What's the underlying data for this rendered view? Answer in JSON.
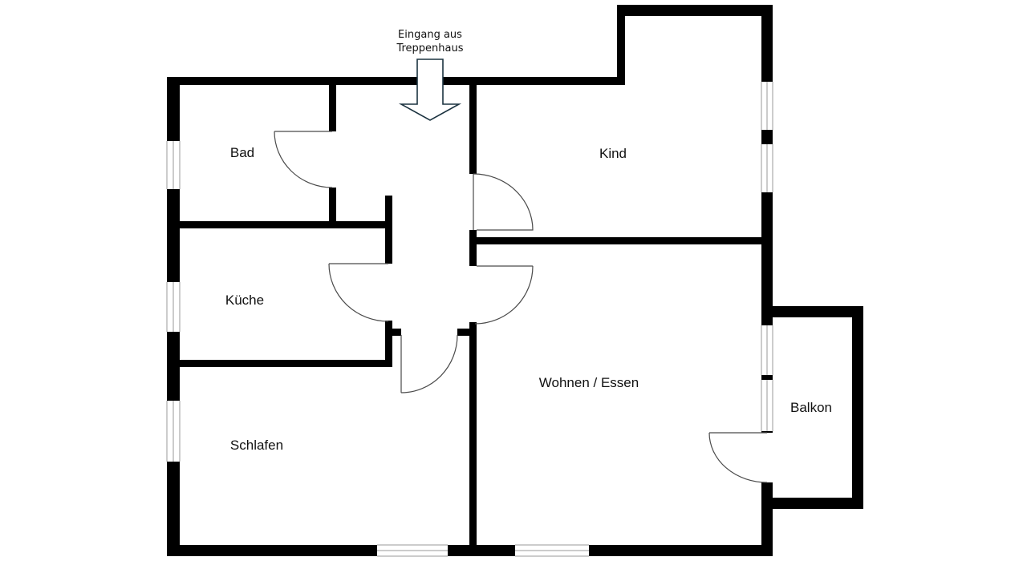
{
  "entrance": {
    "line1": "Eingang aus",
    "line2": "Treppenhaus"
  },
  "rooms": {
    "bad": "Bad",
    "kind": "Kind",
    "kueche": "Küche",
    "wohnen": "Wohnen / Essen",
    "balkon": "Balkon",
    "schlafen": "Schlafen"
  },
  "colors": {
    "wall": "#000000",
    "arrow_outline": "#1c3340"
  }
}
